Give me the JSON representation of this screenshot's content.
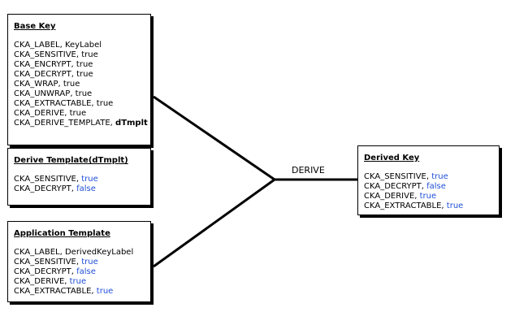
{
  "colors": {
    "border": "#000000",
    "text": "#000000",
    "value_blue": "#1f4fd8"
  },
  "base_key": {
    "title": "Base Key",
    "attributes": [
      {
        "name": "CKA_LABEL",
        "value": "KeyLabel"
      },
      {
        "name": "CKA_SENSITIVE",
        "value": "true"
      },
      {
        "name": "CKA_ENCRYPT",
        "value": "true"
      },
      {
        "name": "CKA_DECRYPT",
        "value": "true"
      },
      {
        "name": "CKA_WRAP",
        "value": "true"
      },
      {
        "name": "CKA_UNWRAP",
        "value": "true"
      },
      {
        "name": "CKA_EXTRACTABLE",
        "value": "true"
      },
      {
        "name": "CKA_DERIVE",
        "value": "true"
      },
      {
        "name": "CKA_DERIVE_TEMPLATE",
        "value": "dTmplt"
      }
    ]
  },
  "derive_template": {
    "title": "Derive Template(dTmplt)",
    "attributes": [
      {
        "name": "CKA_SENSITIVE",
        "value": "true"
      },
      {
        "name": "CKA_DECRYPT",
        "value": "false"
      }
    ]
  },
  "application_template": {
    "title": "Application Template",
    "attributes": [
      {
        "name": "CKA_LABEL",
        "value": "DerivedKeyLabel"
      },
      {
        "name": "CKA_SENSITIVE",
        "value": "true"
      },
      {
        "name": "CKA_DECRYPT",
        "value": "false"
      },
      {
        "name": "CKA_DERIVE",
        "value": "true"
      },
      {
        "name": "CKA_EXTRACTABLE",
        "value": "true"
      }
    ]
  },
  "derived_key": {
    "title": "Derived Key",
    "attributes": [
      {
        "name": "CKA_SENSITIVE",
        "value": "true"
      },
      {
        "name": "CKA_DECRYPT",
        "value": "false"
      },
      {
        "name": "CKA_DERIVE",
        "value": "true"
      },
      {
        "name": "CKA_EXTRACTABLE",
        "value": "true"
      }
    ]
  },
  "connector": {
    "label": "DERIVE"
  }
}
